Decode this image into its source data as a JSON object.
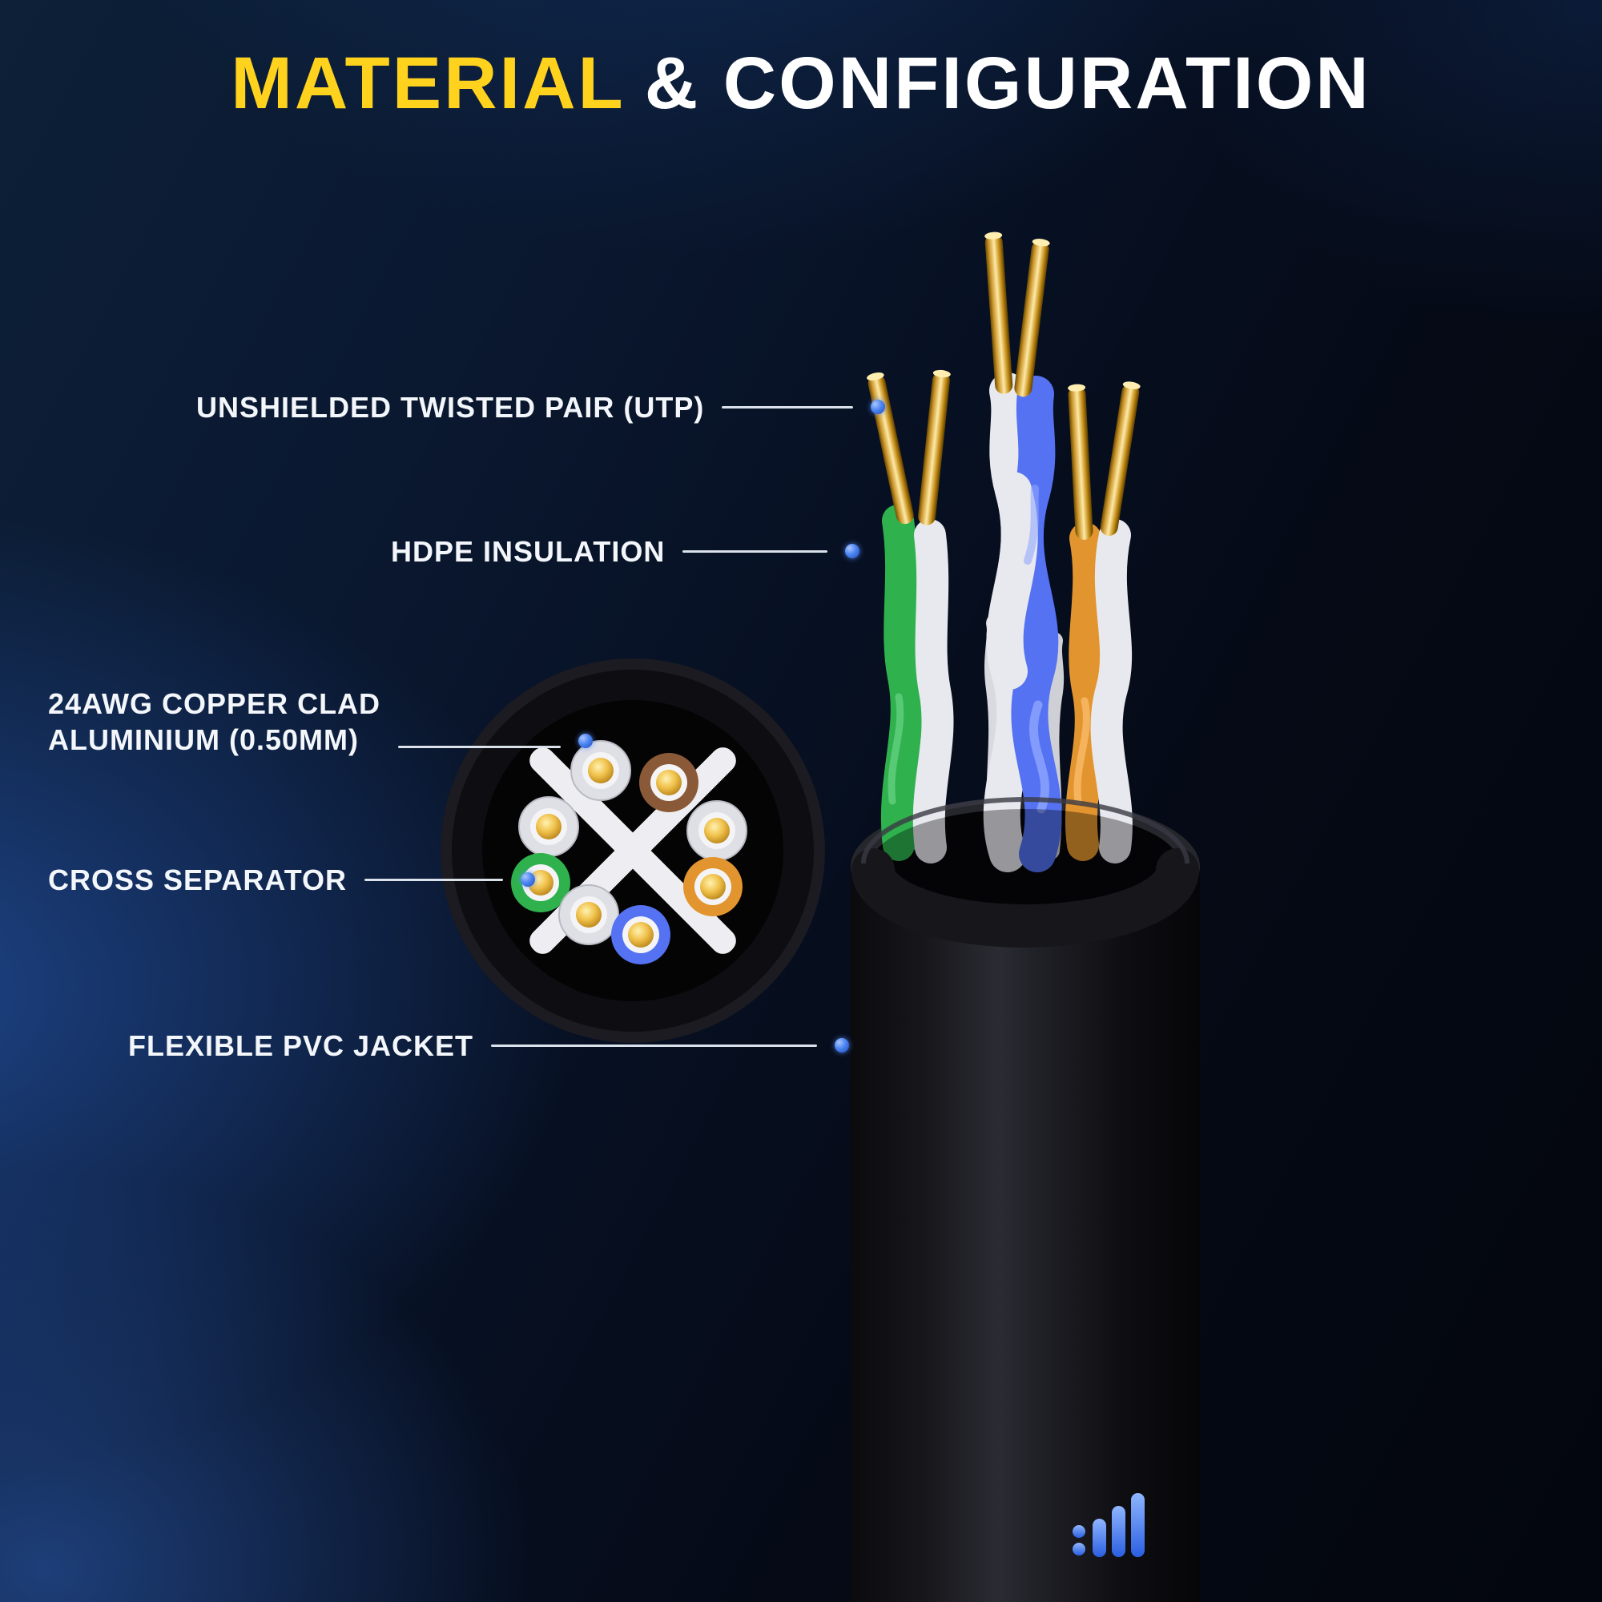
{
  "title": {
    "highlight": "MATERIAL",
    "rest": "& CONFIGURATION"
  },
  "callouts": {
    "utp": {
      "label": "UNSHIELDED TWISTED PAIR (UTP)"
    },
    "hdpe": {
      "label": "HDPE INSULATION"
    },
    "awg": {
      "line1": "24AWG COPPER CLAD",
      "line2": "ALUMINIUM (0.50MM)"
    },
    "cross": {
      "label": "CROSS SEPARATOR"
    },
    "jacket": {
      "label": "FLEXIBLE PVC JACKET"
    }
  },
  "colors": {
    "accent_yellow": "#FFD21E",
    "text_white": "#F3F6FA",
    "background_navy": "#0A1830",
    "wire_green": "#2FB24D",
    "wire_blue": "#5472F2",
    "wire_orange": "#E2952F",
    "wire_brown": "#8A5A38",
    "wire_white": "#E8E9EE",
    "conductor_gold": "#E4B44C",
    "pvc_jacket_black": "#17171C",
    "callout_dot_blue": "#2F6BD8"
  },
  "icons": {
    "callout_marker": "dot-marker",
    "brand_logo": "wave-m-logo"
  }
}
